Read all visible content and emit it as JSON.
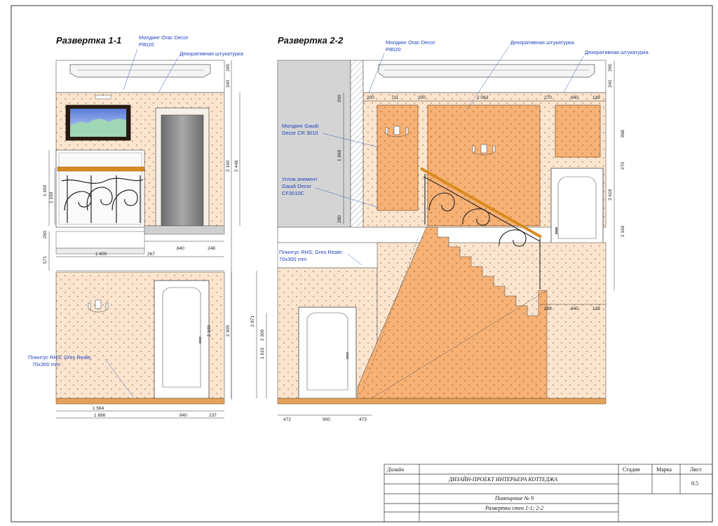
{
  "sections": {
    "left": {
      "title": "Развертка 1-1",
      "labels": {
        "molding": [
          "Молдинг Orac Decor",
          "P8020"
        ],
        "plaster": "Декоративная штукатурка",
        "plinth": [
          "Плинтус RHS; Gres Reale;",
          "70x300 mm"
        ]
      },
      "dims": {
        "right": [
          "265",
          "340",
          "2 160",
          "2 448",
          "2 300",
          "2 100"
        ],
        "left": [
          "1 400",
          "1 100",
          "260",
          "571"
        ],
        "horiz_top": [
          "840",
          "248",
          "1 600",
          "267"
        ],
        "horiz_bottom": [
          "1 564",
          "1 898",
          "840",
          "237"
        ]
      }
    },
    "right": {
      "title": "Развертка 2-2",
      "labels": {
        "molding": [
          "Молдинг Orac Decor",
          "P8020"
        ],
        "plaster1": "Декоративная штукатурка",
        "plaster2": "Декоративная штукатурка",
        "gaudi": [
          "Молдинг Gaudi",
          "Decor CR 3010"
        ],
        "corner": [
          "Углов.элемент",
          "Gaudi Decor",
          "CF3010C"
        ],
        "plinth": [
          "Плинтус RHS; Gres Reale;",
          "70x300 mm"
        ]
      },
      "dims": {
        "top_row": [
          "200",
          "711",
          "200",
          "2 083",
          "270",
          "840",
          "139"
        ],
        "right": [
          "265",
          "340",
          "968",
          "270",
          "3 618",
          "2 160"
        ],
        "left_inner": [
          "200",
          "1 968",
          "280"
        ],
        "left_outer": [
          "2 871",
          "2 300",
          "1 610"
        ],
        "door_row": [
          "289",
          "840",
          "139"
        ],
        "bottom": [
          "472",
          "900",
          "473"
        ]
      }
    }
  },
  "title_block": {
    "designer_label": "Дизайн",
    "project": "ДИЗАЙН-ПРОЕКТ ИНТЕРЬЕРА КОТТЕДЖА",
    "room": "Помещение № 9",
    "sheet_title": "Развертки стен 1-1; 2-2",
    "stage_label": "Стадия",
    "mark_label": "Марка",
    "sheet_label": "Лист",
    "sheet_no": "9.5"
  },
  "colors": {
    "wallpaper": "#fbe5cf",
    "orange_panel": "#f7b174",
    "mirror": "#8a8a8a",
    "label_blue": "#1f3fbf",
    "handrail": "#d98a1e",
    "floor": "#e3a15a"
  }
}
